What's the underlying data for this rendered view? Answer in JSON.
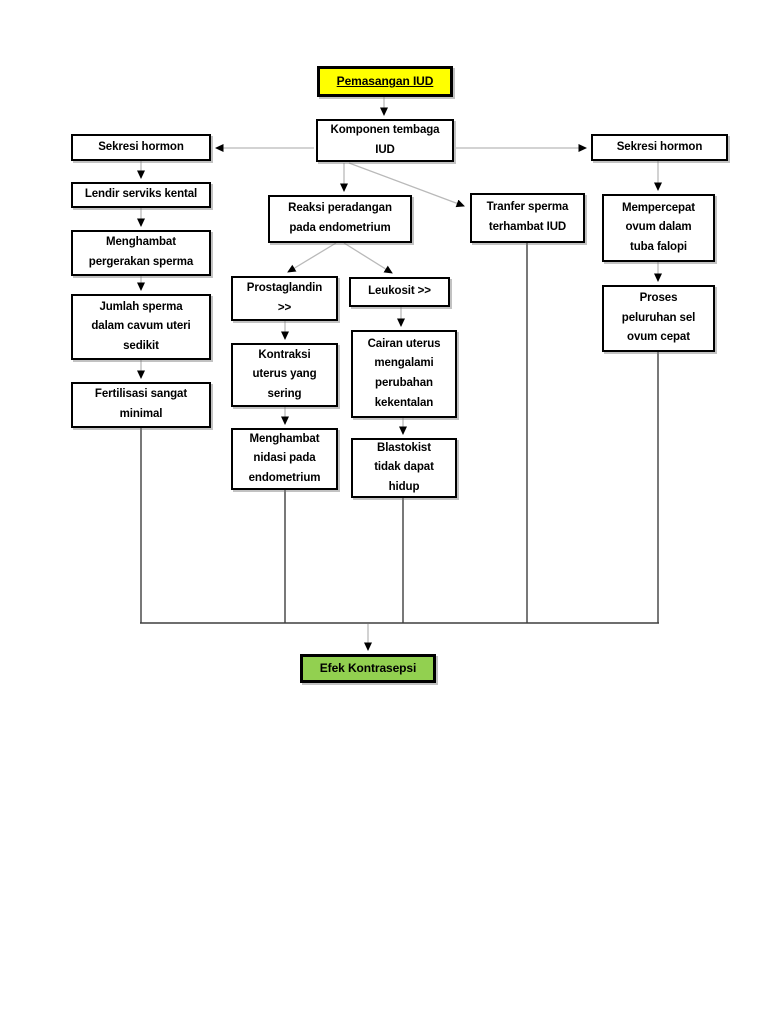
{
  "diagram": {
    "type": "flowchart",
    "language": "Indonesian",
    "colors": {
      "page_background": "#ffffff",
      "highlight_yellow": "#ffff00",
      "highlight_green": "#92d050",
      "box_border": "#000000",
      "arrow_shaft_gray": "#b9b9b9",
      "collector_line_dark": "#3f3f3f",
      "arrowhead_black": "#000000"
    },
    "nodes": {
      "pemasangan": {
        "label": "Pemasangan IUD"
      },
      "komponen": {
        "label": "Komponen tembaga\nIUD"
      },
      "sekresi_kiri": {
        "label": "Sekresi hormon"
      },
      "lendir": {
        "label": "Lendir serviks kental"
      },
      "menghambat_pergerakan": {
        "label": "Menghambat\npergerakan sperma"
      },
      "jumlah_sperma": {
        "label": "Jumlah sperma\ndalam cavum uteri\nsedikit"
      },
      "fertilisasi": {
        "label": "Fertilisasi sangat\nminimal"
      },
      "reaksi": {
        "label": "Reaksi peradangan\npada endometrium"
      },
      "prostaglandin": {
        "label": "Prostaglandin\n>>"
      },
      "leukosit": {
        "label": "Leukosit >>"
      },
      "kontraksi": {
        "label": "Kontraksi\nuterus yang\nsering"
      },
      "nidasi": {
        "label": "Menghambat\nnidasi pada\nendometrium"
      },
      "cairan": {
        "label": "Cairan uterus\nmengalami\nperubahan\nkekentalan"
      },
      "blastokist": {
        "label": "Blastokist\ntidak dapat\nhidup"
      },
      "tranfer": {
        "label": "Tranfer sperma\nterhambat IUD"
      },
      "sekresi_kanan": {
        "label": "Sekresi hormon"
      },
      "mempercepat": {
        "label": "Mempercepat\novum dalam\ntuba falopi"
      },
      "proses": {
        "label": "Proses\npeluruhan sel\novum cepat"
      },
      "efek": {
        "label": "Efek Kontrasepsi"
      }
    },
    "edges": [
      {
        "from": "pemasangan",
        "to": "komponen",
        "arrow": true
      },
      {
        "from": "komponen",
        "to": "sekresi_kiri",
        "arrow": true
      },
      {
        "from": "komponen",
        "to": "sekresi_kanan",
        "arrow": true
      },
      {
        "from": "komponen",
        "to": "reaksi",
        "arrow": true
      },
      {
        "from": "komponen",
        "to": "tranfer",
        "arrow": true
      },
      {
        "from": "sekresi_kiri",
        "to": "lendir",
        "arrow": true
      },
      {
        "from": "lendir",
        "to": "menghambat_pergerakan",
        "arrow": true
      },
      {
        "from": "menghambat_pergerakan",
        "to": "jumlah_sperma",
        "arrow": true
      },
      {
        "from": "jumlah_sperma",
        "to": "fertilisasi",
        "arrow": true
      },
      {
        "from": "reaksi",
        "to": "prostaglandin",
        "arrow": true
      },
      {
        "from": "reaksi",
        "to": "leukosit",
        "arrow": true
      },
      {
        "from": "prostaglandin",
        "to": "kontraksi",
        "arrow": true
      },
      {
        "from": "kontraksi",
        "to": "nidasi",
        "arrow": true
      },
      {
        "from": "leukosit",
        "to": "cairan",
        "arrow": true
      },
      {
        "from": "cairan",
        "to": "blastokist",
        "arrow": true
      },
      {
        "from": "sekresi_kanan",
        "to": "mempercepat",
        "arrow": true
      },
      {
        "from": "mempercepat",
        "to": "proses",
        "arrow": true
      },
      {
        "from": "fertilisasi",
        "to": "efek",
        "arrow": false
      },
      {
        "from": "nidasi",
        "to": "efek",
        "arrow": false
      },
      {
        "from": "blastokist",
        "to": "efek",
        "arrow": false
      },
      {
        "from": "tranfer",
        "to": "efek",
        "arrow": false
      },
      {
        "from": "proses",
        "to": "efek",
        "arrow": false
      },
      {
        "from": "collector",
        "to": "efek",
        "arrow": true
      }
    ]
  }
}
